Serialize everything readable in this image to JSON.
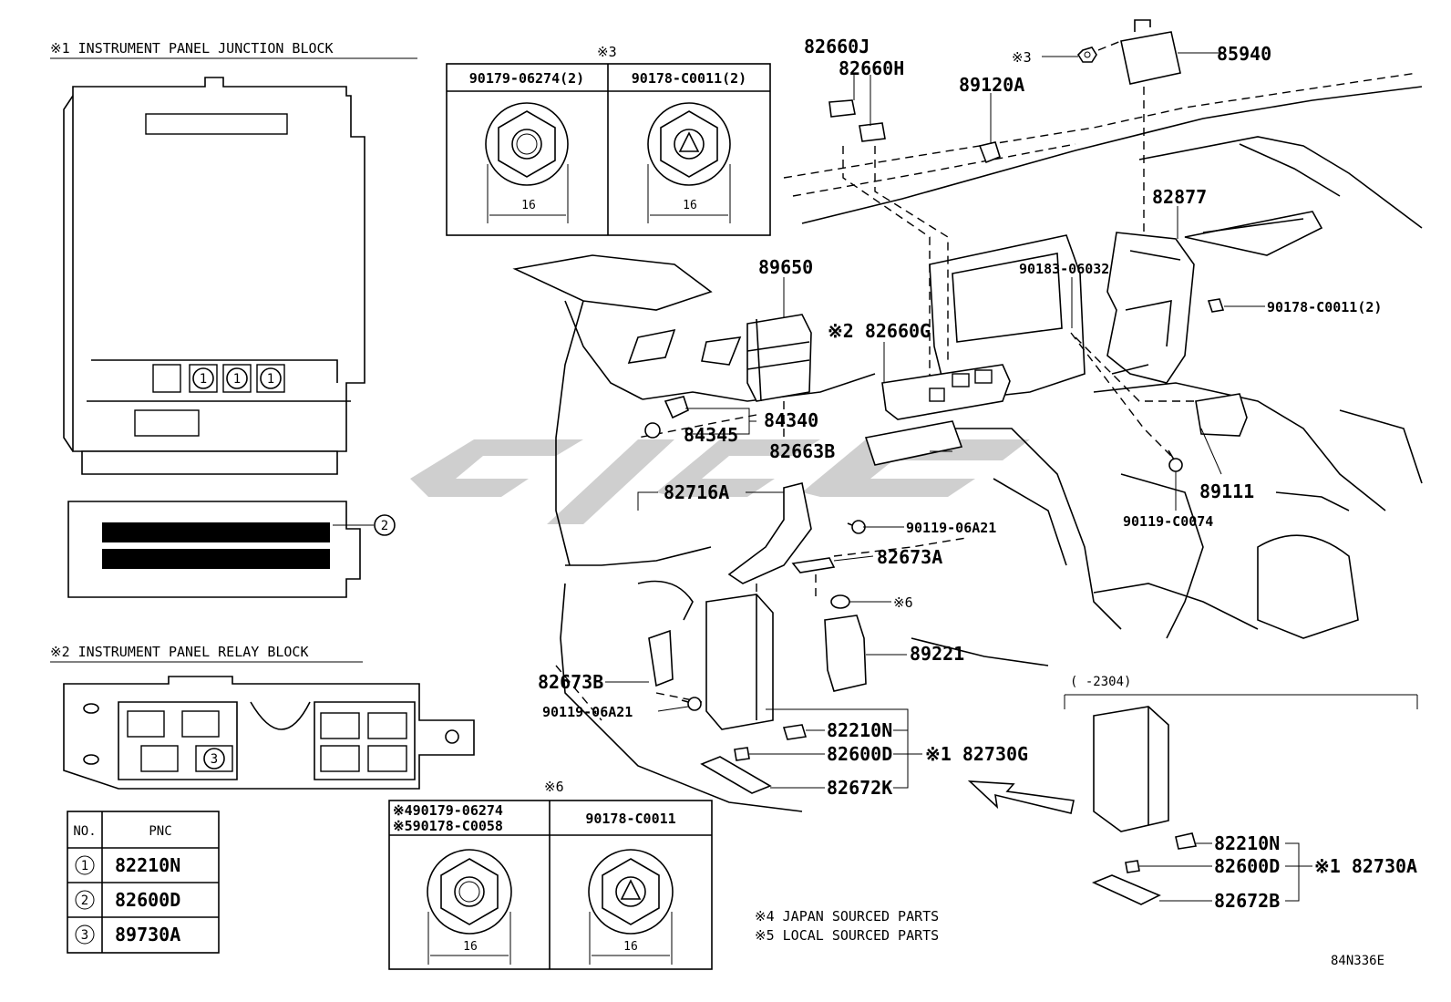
{
  "diagram_code": "84N336E",
  "sections": {
    "junction_block_title": "※1 INSTRUMENT PANEL JUNCTION BLOCK",
    "relay_block_title": "※2 INSTRUMENT PANEL RELAY BLOCK"
  },
  "badges": {
    "one": "1",
    "two": "2",
    "three": "3"
  },
  "pnc_table": {
    "headers": [
      "NO.",
      "PNC"
    ],
    "rows": [
      {
        "no": "1",
        "pnc": "82210N"
      },
      {
        "no": "2",
        "pnc": "82600D"
      },
      {
        "no": "3",
        "pnc": "89730A"
      }
    ]
  },
  "fastener_box_3": {
    "title": "※3",
    "col1": "90179-06274(2)",
    "col2": "90178-C0011(2)",
    "dim1": "16",
    "dim2": "16"
  },
  "fastener_box_6": {
    "title": "※6",
    "col1_line1": "※490179-06274",
    "col1_line2": "※590178-C0058",
    "col2": "90178-C0011",
    "dim1": "16",
    "dim2": "16"
  },
  "part_labels": {
    "p82660J": "82660J",
    "p82660H": "82660H",
    "p89120A": "89120A",
    "ref3": "※3",
    "p85940": "85940",
    "p82877": "82877",
    "p90183_06032": "90183-06032",
    "p90178_C0011_2": "90178-C0011(2)",
    "p89650": "89650",
    "p82660G": "※2 82660G",
    "p84340": "84340",
    "p84345": "84345",
    "p82663B": "82663B",
    "p82716A": "82716A",
    "p90119_06A21_a": "90119-06A21",
    "p82673A": "82673A",
    "ref6": "※6",
    "p89221": "89221",
    "p89111": "89111",
    "p90119_C0074": "90119-C0074",
    "p82673B": "82673B",
    "p90119_06A21_b": "90119-06A21",
    "p82210N": "82210N",
    "p82600D": "82600D",
    "p82730G": "※1 82730G",
    "p82672K": "82672K"
  },
  "inset_2304": {
    "range_label": "(      -2304)",
    "p82210N": "82210N",
    "p82600D": "82600D",
    "p82730A": "※1 82730A",
    "p82672B": "82672B"
  },
  "notes": {
    "note4": "※4 JAPAN SOURCED PARTS",
    "note5": "※5 LOCAL SOURCED PARTS"
  }
}
